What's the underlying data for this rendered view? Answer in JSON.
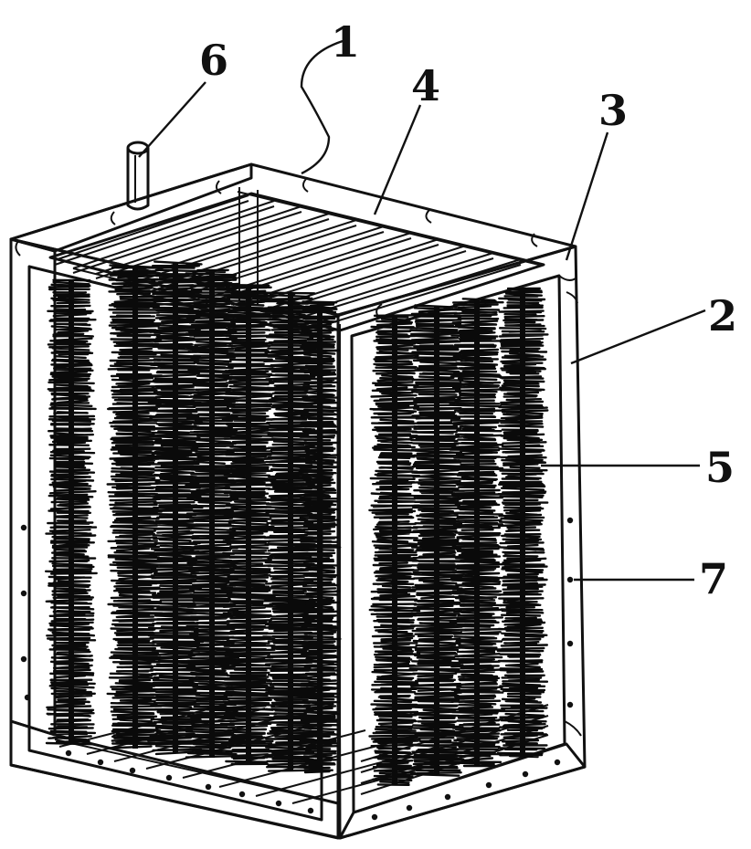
{
  "figure": {
    "colors": {
      "line": "#111111",
      "brush": "#0a0a0a",
      "background": "#ffffff"
    },
    "callouts": [
      {
        "id": "1",
        "label": "1"
      },
      {
        "id": "2",
        "label": "2"
      },
      {
        "id": "3",
        "label": "3"
      },
      {
        "id": "4",
        "label": "4"
      },
      {
        "id": "5",
        "label": "5"
      },
      {
        "id": "6",
        "label": "6"
      },
      {
        "id": "7",
        "label": "7"
      }
    ]
  }
}
